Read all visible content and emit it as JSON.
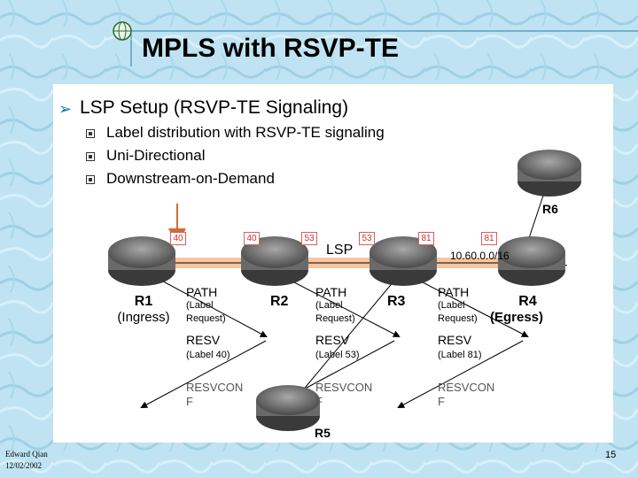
{
  "slide": {
    "title": "MPLS with RSVP-TE",
    "heading": "LSP Setup (RSVP-TE Signaling)",
    "bullets": [
      "Label distribution with RSVP-TE signaling",
      "Uni-Directional",
      "Downstream-on-Demand"
    ],
    "page_number": "15",
    "author": "Edward Qian",
    "date": "12/02/2002"
  },
  "colors": {
    "background": "#bfe3f2",
    "panel": "#ffffff",
    "lsp_bar": "#f6c6a0",
    "label_box_border": "#d86060",
    "label_text": "#d03030",
    "arrow": "#c87038"
  },
  "routers": {
    "r1": [
      "R1",
      "(Ingress)"
    ],
    "r2": "R2",
    "r3": "R3",
    "r4": [
      "R4",
      "(Egress)"
    ],
    "r5": "R5",
    "r6": "R6"
  },
  "lsp_label": "LSP",
  "prefix": "10.60.0.0/16",
  "labels": {
    "r1_out": "40",
    "r2_in": "40",
    "r2_out": "53",
    "r3_in": "53",
    "r3_out": "81",
    "r4_in": "81"
  },
  "messages": {
    "path": [
      "PATH",
      "PATH",
      "PATH"
    ],
    "path_detail_1": [
      "(Label",
      "(Label",
      "(Label"
    ],
    "path_detail_2": [
      "Request)",
      "Request)",
      "Request)"
    ],
    "resv": [
      "RESV",
      "RESV",
      "RESV"
    ],
    "resv_label": [
      "(Label 40)",
      "(Label 53)",
      "(Label 81)"
    ],
    "resvconf_1": [
      "RESVCON",
      "RESVCON",
      "RESVCON"
    ],
    "resvconf_2": [
      "F",
      "F",
      "F"
    ]
  }
}
